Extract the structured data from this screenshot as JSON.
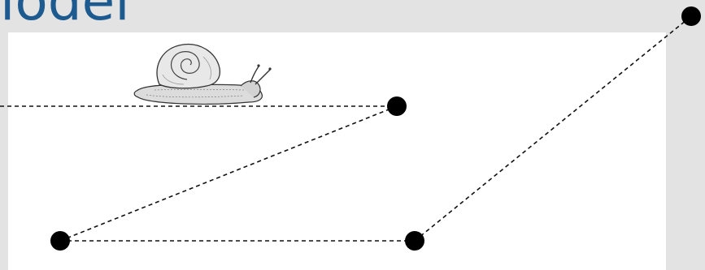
{
  "slide": {
    "title_fragment": "lodel"
  },
  "diagram": {
    "illustration": "snail-illustration",
    "path_style": "dashed",
    "node_color": "#000000",
    "title_color": "#1d5a90"
  }
}
